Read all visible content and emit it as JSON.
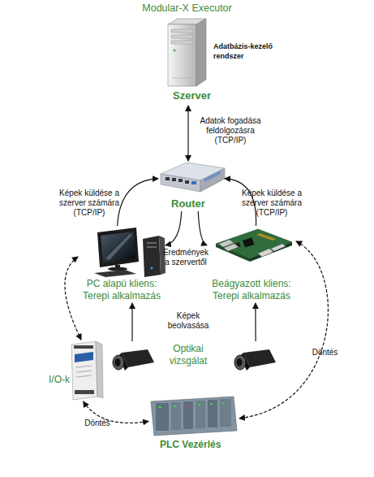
{
  "diagram": {
    "title": "Modular-X Executor",
    "nodes": [
      {
        "text": [
          "Adatbázis-kezelő rendszer",
          "Szerver"
        ]
      },
      {
        "text": [
          "Router"
        ]
      },
      {
        "text": [
          "PC alapú kliens: Terepi alkalmazás"
        ]
      },
      {
        "text": [
          "Beágyazott kliens: Terepi alkalmazás"
        ]
      },
      {
        "text": [
          "Optikai vizsgálat"
        ]
      },
      {
        "text": [
          "I/O-k"
        ]
      },
      {
        "text": [
          "PLC Vezérlés"
        ]
      }
    ],
    "edges": [
      {
        "from": 0,
        "to": 1,
        "label": "Adatok fogadása feldolgozásra (TCP/IP)",
        "arrow": "both"
      },
      {
        "from": 2,
        "to": 1,
        "label": "Képek küldése a szerver számára (TCP/IP)",
        "arrow": "to"
      },
      {
        "from": 3,
        "to": 1,
        "label": "Képek küldése a szerver számára (TCP/IP)",
        "arrow": "to"
      },
      {
        "from": 1,
        "to": 2,
        "label": "Eredmények a szervertől",
        "arrow": "to"
      },
      {
        "from": 1,
        "to": 3,
        "arrow": "to"
      },
      {
        "from": 4,
        "to": 2,
        "label": "Képek beolvasása",
        "arrow": "to"
      },
      {
        "from": 4,
        "to": 3,
        "arrow": "to"
      },
      {
        "from": 2,
        "to": 5,
        "arrow": "both"
      },
      {
        "from": 5,
        "to": 6,
        "label": "Döntés",
        "arrow": "both"
      },
      {
        "from": 3,
        "to": 6,
        "label": "Döntés",
        "arrow": "both"
      }
    ]
  }
}
